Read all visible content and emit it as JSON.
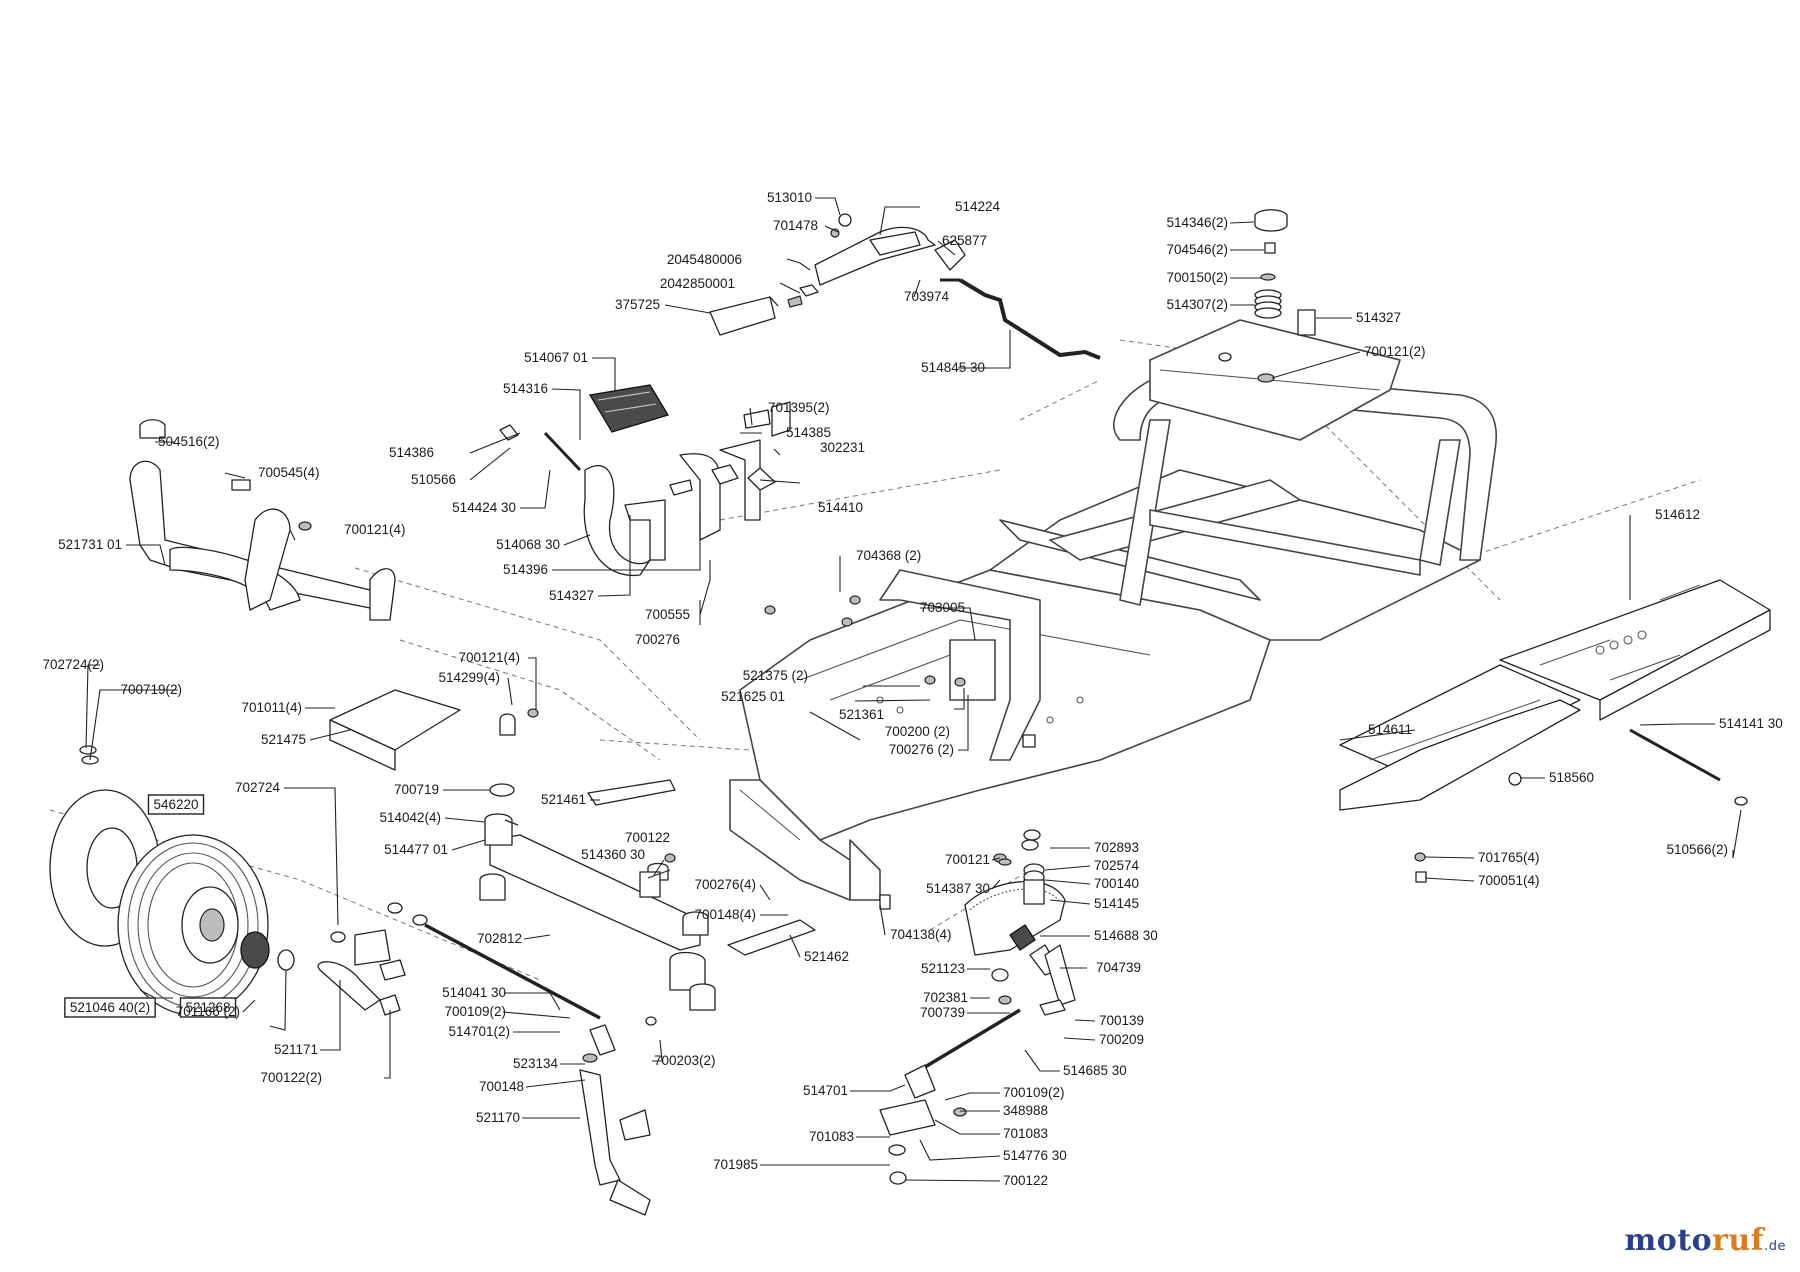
{
  "labels": [
    {
      "id": "513010",
      "text": "513010",
      "boxed": false
    },
    {
      "id": "514224",
      "text": "514224",
      "boxed": false
    },
    {
      "id": "701478",
      "text": "701478",
      "boxed": false
    },
    {
      "id": "625877",
      "text": "625877",
      "boxed": false
    },
    {
      "id": "2045480006",
      "text": "2045480006",
      "boxed": false
    },
    {
      "id": "2042850001",
      "text": "2042850001",
      "boxed": false
    },
    {
      "id": "703974",
      "text": "703974",
      "boxed": false
    },
    {
      "id": "375725",
      "text": "375725",
      "boxed": false
    },
    {
      "id": "514845_30",
      "text": "514845 30",
      "boxed": false
    },
    {
      "id": "514346",
      "text": "514346(2)",
      "boxed": false
    },
    {
      "id": "704546",
      "text": "704546(2)",
      "boxed": false
    },
    {
      "id": "700150",
      "text": "700150(2)",
      "boxed": false
    },
    {
      "id": "514307",
      "text": "514307(2)",
      "boxed": false
    },
    {
      "id": "514327_top",
      "text": "514327",
      "boxed": false
    },
    {
      "id": "700121_top",
      "text": "700121(2)",
      "boxed": false
    },
    {
      "id": "514067_01",
      "text": "514067 01",
      "boxed": false
    },
    {
      "id": "514316",
      "text": "514316",
      "boxed": false
    },
    {
      "id": "701395",
      "text": "701395(2)",
      "boxed": false
    },
    {
      "id": "514385",
      "text": "514385",
      "boxed": false
    },
    {
      "id": "302231",
      "text": "302231",
      "boxed": false
    },
    {
      "id": "504516",
      "text": "504516(2)",
      "boxed": false
    },
    {
      "id": "514386",
      "text": "514386",
      "boxed": false
    },
    {
      "id": "700545",
      "text": "700545(4)",
      "boxed": false
    },
    {
      "id": "510566",
      "text": "510566",
      "boxed": false
    },
    {
      "id": "514424_30",
      "text": "514424 30",
      "boxed": false
    },
    {
      "id": "514410",
      "text": "514410",
      "boxed": false
    },
    {
      "id": "700121_4a",
      "text": "700121(4)",
      "boxed": false
    },
    {
      "id": "521731_01",
      "text": "521731 01",
      "boxed": false
    },
    {
      "id": "514068_30",
      "text": "514068 30",
      "boxed": false
    },
    {
      "id": "514396",
      "text": "514396",
      "boxed": false
    },
    {
      "id": "704368",
      "text": "704368 (2)",
      "boxed": false
    },
    {
      "id": "514327_mid",
      "text": "514327",
      "boxed": false
    },
    {
      "id": "700555",
      "text": "700555",
      "boxed": false
    },
    {
      "id": "700276",
      "text": "700276",
      "boxed": false
    },
    {
      "id": "703005",
      "text": "703005",
      "boxed": false
    },
    {
      "id": "514612",
      "text": "514612",
      "boxed": false
    },
    {
      "id": "702724_2",
      "text": "702724(2)",
      "boxed": false
    },
    {
      "id": "700121_4b",
      "text": "700121(4)",
      "boxed": false
    },
    {
      "id": "700719_2",
      "text": "700719(2)",
      "boxed": false
    },
    {
      "id": "514299",
      "text": "514299(4)",
      "boxed": false
    },
    {
      "id": "521375",
      "text": "521375 (2)",
      "boxed": false
    },
    {
      "id": "521625_01",
      "text": "521625 01",
      "boxed": false
    },
    {
      "id": "701011",
      "text": "701011(4)",
      "boxed": false
    },
    {
      "id": "521361",
      "text": "521361",
      "boxed": false
    },
    {
      "id": "700200",
      "text": "700200 (2)",
      "boxed": false
    },
    {
      "id": "700276_2",
      "text": "700276 (2)",
      "boxed": false
    },
    {
      "id": "514611",
      "text": "514611",
      "boxed": false
    },
    {
      "id": "514141_30",
      "text": "514141 30",
      "boxed": false
    },
    {
      "id": "521475",
      "text": "521475",
      "boxed": false
    },
    {
      "id": "518560",
      "text": "518560",
      "boxed": false
    },
    {
      "id": "702724",
      "text": "702724",
      "boxed": false
    },
    {
      "id": "700719",
      "text": "700719",
      "boxed": false
    },
    {
      "id": "546220",
      "text": "546220",
      "boxed": true
    },
    {
      "id": "521461",
      "text": "521461",
      "boxed": false
    },
    {
      "id": "514042",
      "text": "514042(4)",
      "boxed": false
    },
    {
      "id": "702893",
      "text": "702893",
      "boxed": false
    },
    {
      "id": "514477_01",
      "text": "514477 01",
      "boxed": false
    },
    {
      "id": "700122_a",
      "text": "700122",
      "boxed": false
    },
    {
      "id": "700121_b",
      "text": "700121",
      "boxed": false
    },
    {
      "id": "702574",
      "text": "702574",
      "boxed": false
    },
    {
      "id": "510566_2",
      "text": "510566(2)",
      "boxed": false
    },
    {
      "id": "514360_30",
      "text": "514360 30",
      "boxed": false
    },
    {
      "id": "701765",
      "text": "701765(4)",
      "boxed": false
    },
    {
      "id": "514387_30",
      "text": "514387 30",
      "boxed": false
    },
    {
      "id": "700140",
      "text": "700140",
      "boxed": false
    },
    {
      "id": "700276_4",
      "text": "700276(4)",
      "boxed": false
    },
    {
      "id": "700051",
      "text": "700051(4)",
      "boxed": false
    },
    {
      "id": "514145",
      "text": "514145",
      "boxed": false
    },
    {
      "id": "700148_4",
      "text": "700148(4)",
      "boxed": false
    },
    {
      "id": "702812",
      "text": "702812",
      "boxed": false
    },
    {
      "id": "704138",
      "text": "704138(4)",
      "boxed": false
    },
    {
      "id": "514688_30",
      "text": "514688 30",
      "boxed": false
    },
    {
      "id": "521462",
      "text": "521462",
      "boxed": false
    },
    {
      "id": "521123",
      "text": "521123",
      "boxed": false
    },
    {
      "id": "704739",
      "text": "704739",
      "boxed": false
    },
    {
      "id": "521046_40",
      "text": "521046 40(2)",
      "boxed": true
    },
    {
      "id": "521268",
      "text": "521268",
      "boxed": true
    },
    {
      "id": "514041_30",
      "text": "514041 30",
      "boxed": false
    },
    {
      "id": "702381",
      "text": "702381",
      "boxed": false
    },
    {
      "id": "701166",
      "text": "701166 (2)",
      "boxed": false
    },
    {
      "id": "700109_2a",
      "text": "700109(2)",
      "boxed": false
    },
    {
      "id": "700739",
      "text": "700739",
      "boxed": false
    },
    {
      "id": "700139",
      "text": "700139",
      "boxed": false
    },
    {
      "id": "514701_2",
      "text": "514701(2)",
      "boxed": false
    },
    {
      "id": "700209",
      "text": "700209",
      "boxed": false
    },
    {
      "id": "521171",
      "text": "521171",
      "boxed": false
    },
    {
      "id": "523134",
      "text": "523134",
      "boxed": false
    },
    {
      "id": "700203",
      "text": "700203(2)",
      "boxed": false
    },
    {
      "id": "514685_30",
      "text": "514685 30",
      "boxed": false
    },
    {
      "id": "700122_2",
      "text": "700122(2)",
      "boxed": false
    },
    {
      "id": "700148",
      "text": "700148",
      "boxed": false
    },
    {
      "id": "514701",
      "text": "514701",
      "boxed": false
    },
    {
      "id": "700109_2b",
      "text": "700109(2)",
      "boxed": false
    },
    {
      "id": "348988",
      "text": "348988",
      "boxed": false
    },
    {
      "id": "521170",
      "text": "521170",
      "boxed": false
    },
    {
      "id": "701083_a",
      "text": "701083",
      "boxed": false
    },
    {
      "id": "701083_b",
      "text": "701083",
      "boxed": false
    },
    {
      "id": "514776_30",
      "text": "514776 30",
      "boxed": false
    },
    {
      "id": "701985",
      "text": "701985",
      "boxed": false
    },
    {
      "id": "700122_b",
      "text": "700122",
      "boxed": false
    }
  ],
  "logo": {
    "part1": "moto",
    "part2": "ruf",
    "tld": ".de"
  }
}
